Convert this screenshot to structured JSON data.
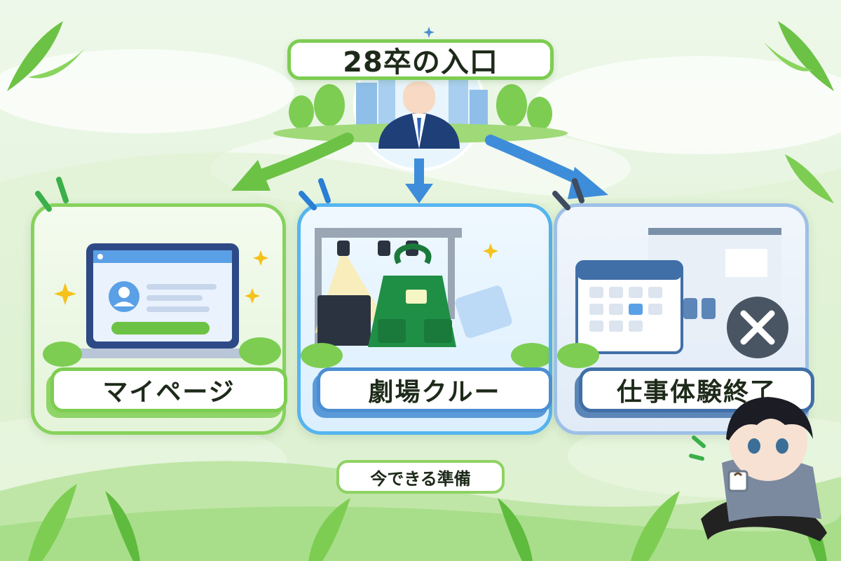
{
  "header": {
    "title": "28卒の入口"
  },
  "cards": [
    {
      "label": "マイページ",
      "icon": "laptop-profile-icon"
    },
    {
      "label": "劇場クルー",
      "icon": "theater-apron-icon"
    },
    {
      "label": "仕事体験終了",
      "icon": "calendar-closed-icon"
    }
  ],
  "footer": {
    "label": "今できる準備"
  },
  "colors": {
    "green": "#7ccd52",
    "blue": "#4b8fd2",
    "slate": "#3f6fa6",
    "background": "#e6f4df"
  }
}
